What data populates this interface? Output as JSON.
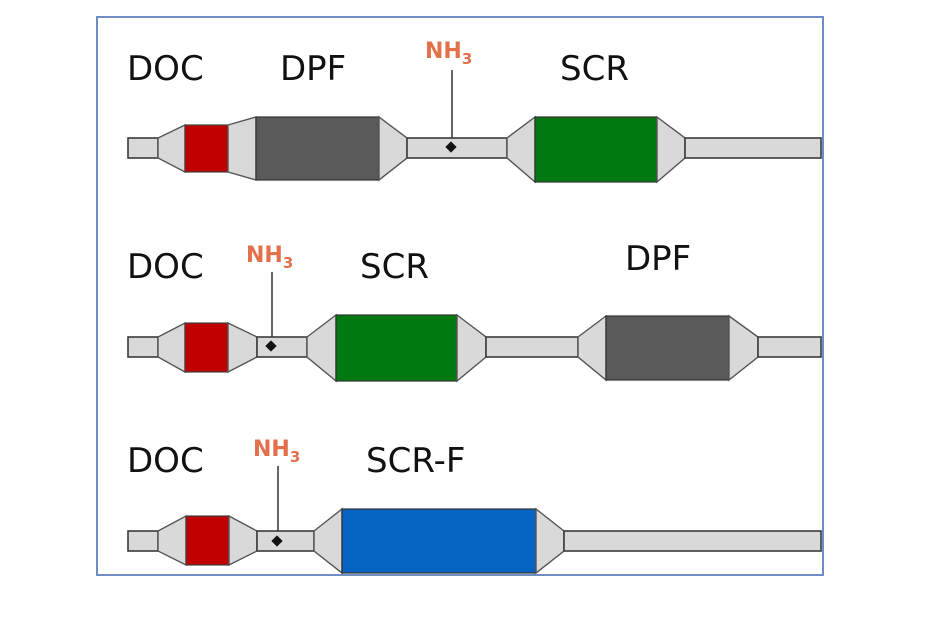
{
  "diagram": {
    "title": "Aftertreatment system configurations",
    "colors": {
      "doc": "#c00000",
      "dpf": "#595959",
      "scr": "#007a10",
      "scr_f": "#0563c1",
      "nh3_label": "#e2704a",
      "pipe": "#d9d9d9",
      "frame": "#6f8fc4"
    },
    "rows": [
      {
        "labels": {
          "doc": "DOC",
          "first": "DPF",
          "second": "SCR"
        },
        "nh3": {
          "main": "NH",
          "sub": "3"
        },
        "sequence": [
          "DOC",
          "DPF",
          "NH3 injection",
          "SCR"
        ]
      },
      {
        "labels": {
          "doc": "DOC",
          "first": "SCR",
          "second": "DPF"
        },
        "nh3": {
          "main": "NH",
          "sub": "3"
        },
        "sequence": [
          "DOC",
          "NH3 injection",
          "SCR",
          "DPF"
        ]
      },
      {
        "labels": {
          "doc": "DOC",
          "first": "SCR-F"
        },
        "nh3": {
          "main": "NH",
          "sub": "3"
        },
        "sequence": [
          "DOC",
          "NH3 injection",
          "SCR-F"
        ]
      }
    ]
  }
}
